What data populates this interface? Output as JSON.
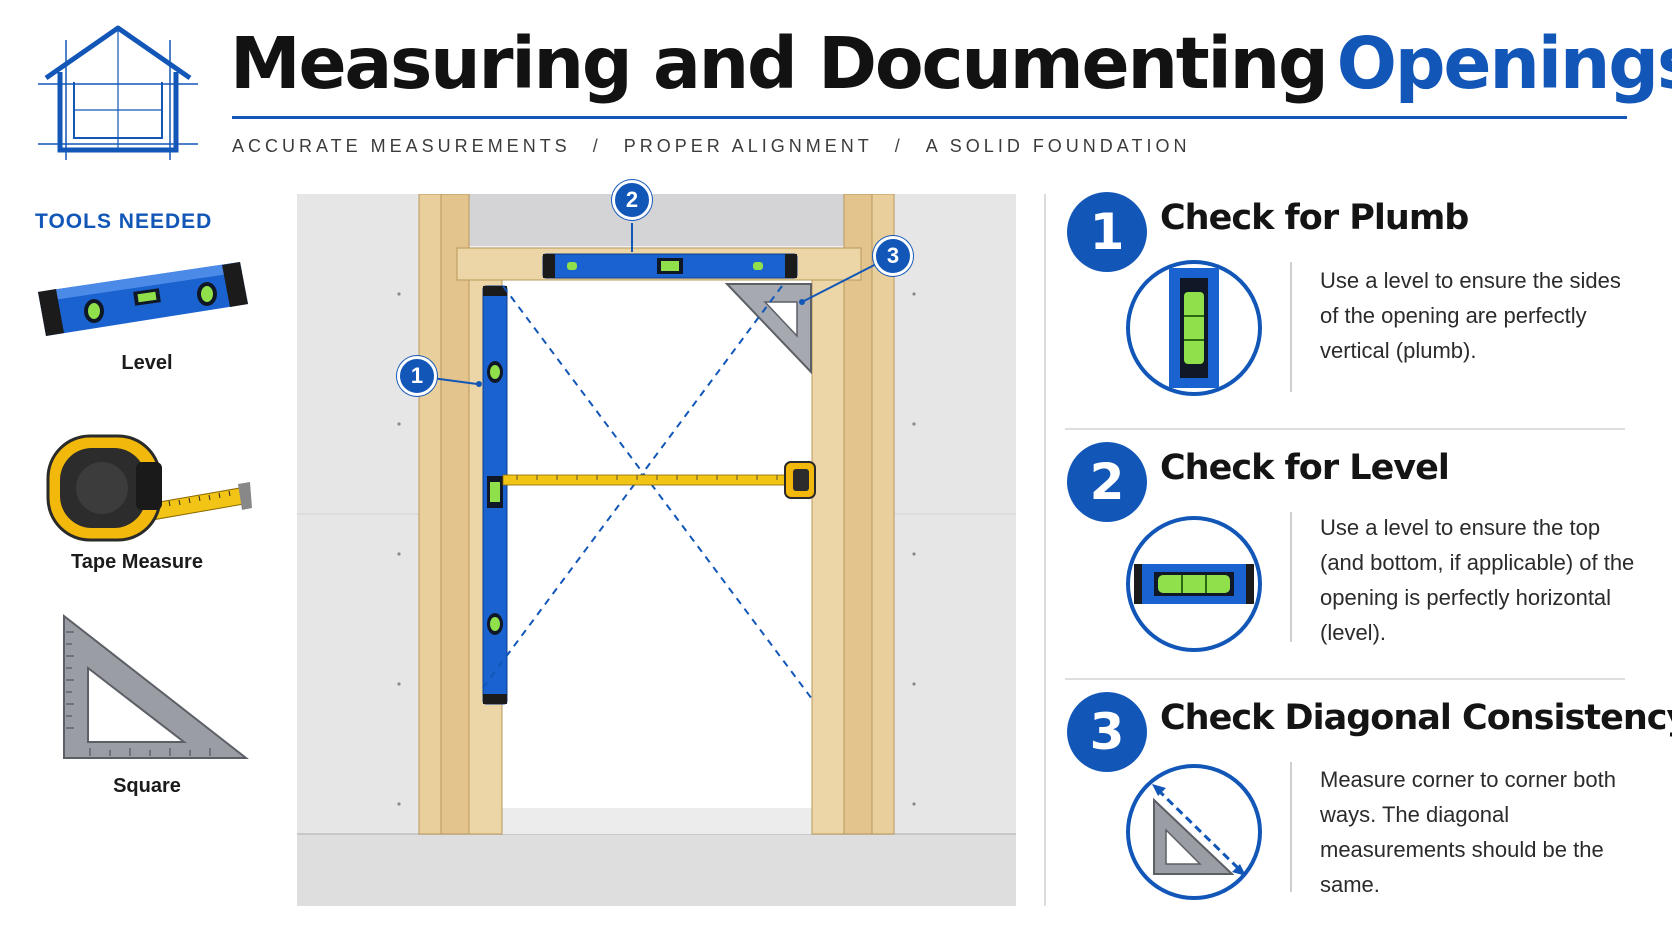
{
  "header": {
    "title_main": "Measuring and Documenting",
    "title_accent": "Openings",
    "subtitle_parts": [
      "ACCURATE MEASUREMENTS",
      "PROPER ALIGNMENT",
      "A SOLID FOUNDATION"
    ],
    "separator": "/"
  },
  "tools": {
    "heading": "TOOLS NEEDED",
    "items": [
      {
        "label": "Level"
      },
      {
        "label": "Tape Measure"
      },
      {
        "label": "Square"
      }
    ]
  },
  "diagram": {
    "callouts": [
      "1",
      "2",
      "3"
    ]
  },
  "steps": [
    {
      "number": "1",
      "title": "Check for Plumb",
      "description": "Use a level to ensure the sides of the opening are perfectly vertical (plumb)."
    },
    {
      "number": "2",
      "title": "Check for Level",
      "description": "Use a level to ensure the top (and bottom, if applicable) of the opening is perfectly horizontal (level)."
    },
    {
      "number": "3",
      "title": "Check Diagonal Consistency",
      "description": "Measure corner to corner both ways. The diagonal measurements should be the same."
    }
  ],
  "colors": {
    "accent": "#1257b8",
    "level_body": "#1a62d0",
    "bubble": "#8fe04a",
    "wood": "#e9cf9b",
    "tape": "#f2c416"
  }
}
